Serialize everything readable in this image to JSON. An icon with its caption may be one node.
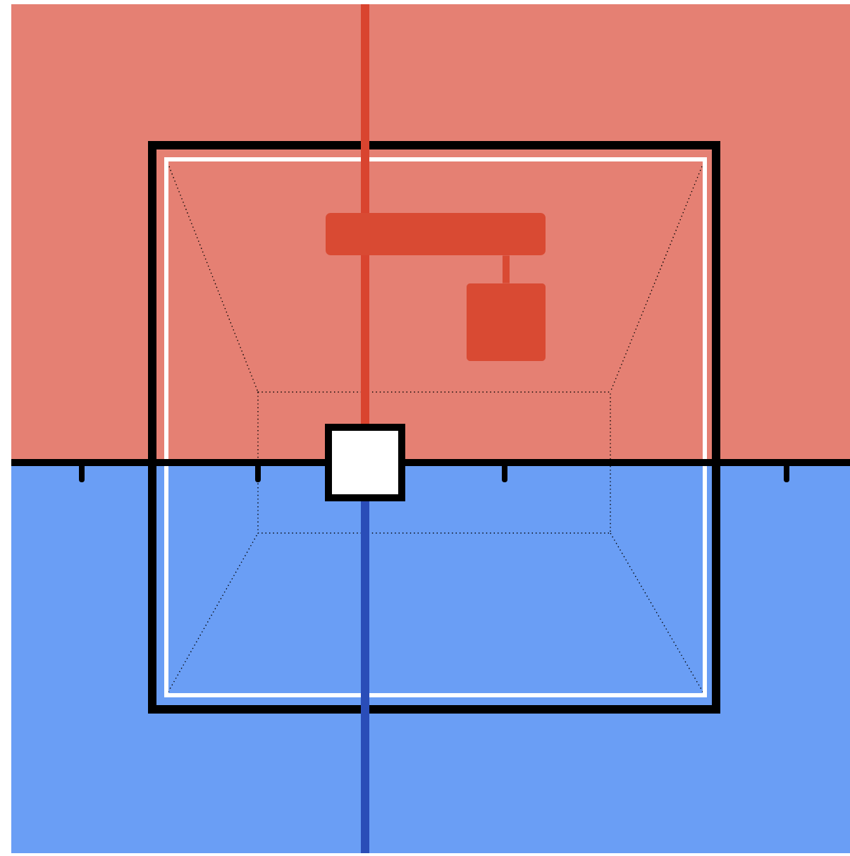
{
  "diagram": {
    "nodes": [
      {
        "text": [],
        "shape": "bar"
      },
      {
        "text": [],
        "shape": "box"
      }
    ],
    "edges": [
      {
        "from": 0,
        "to": 1,
        "arrow": "none"
      }
    ]
  }
}
